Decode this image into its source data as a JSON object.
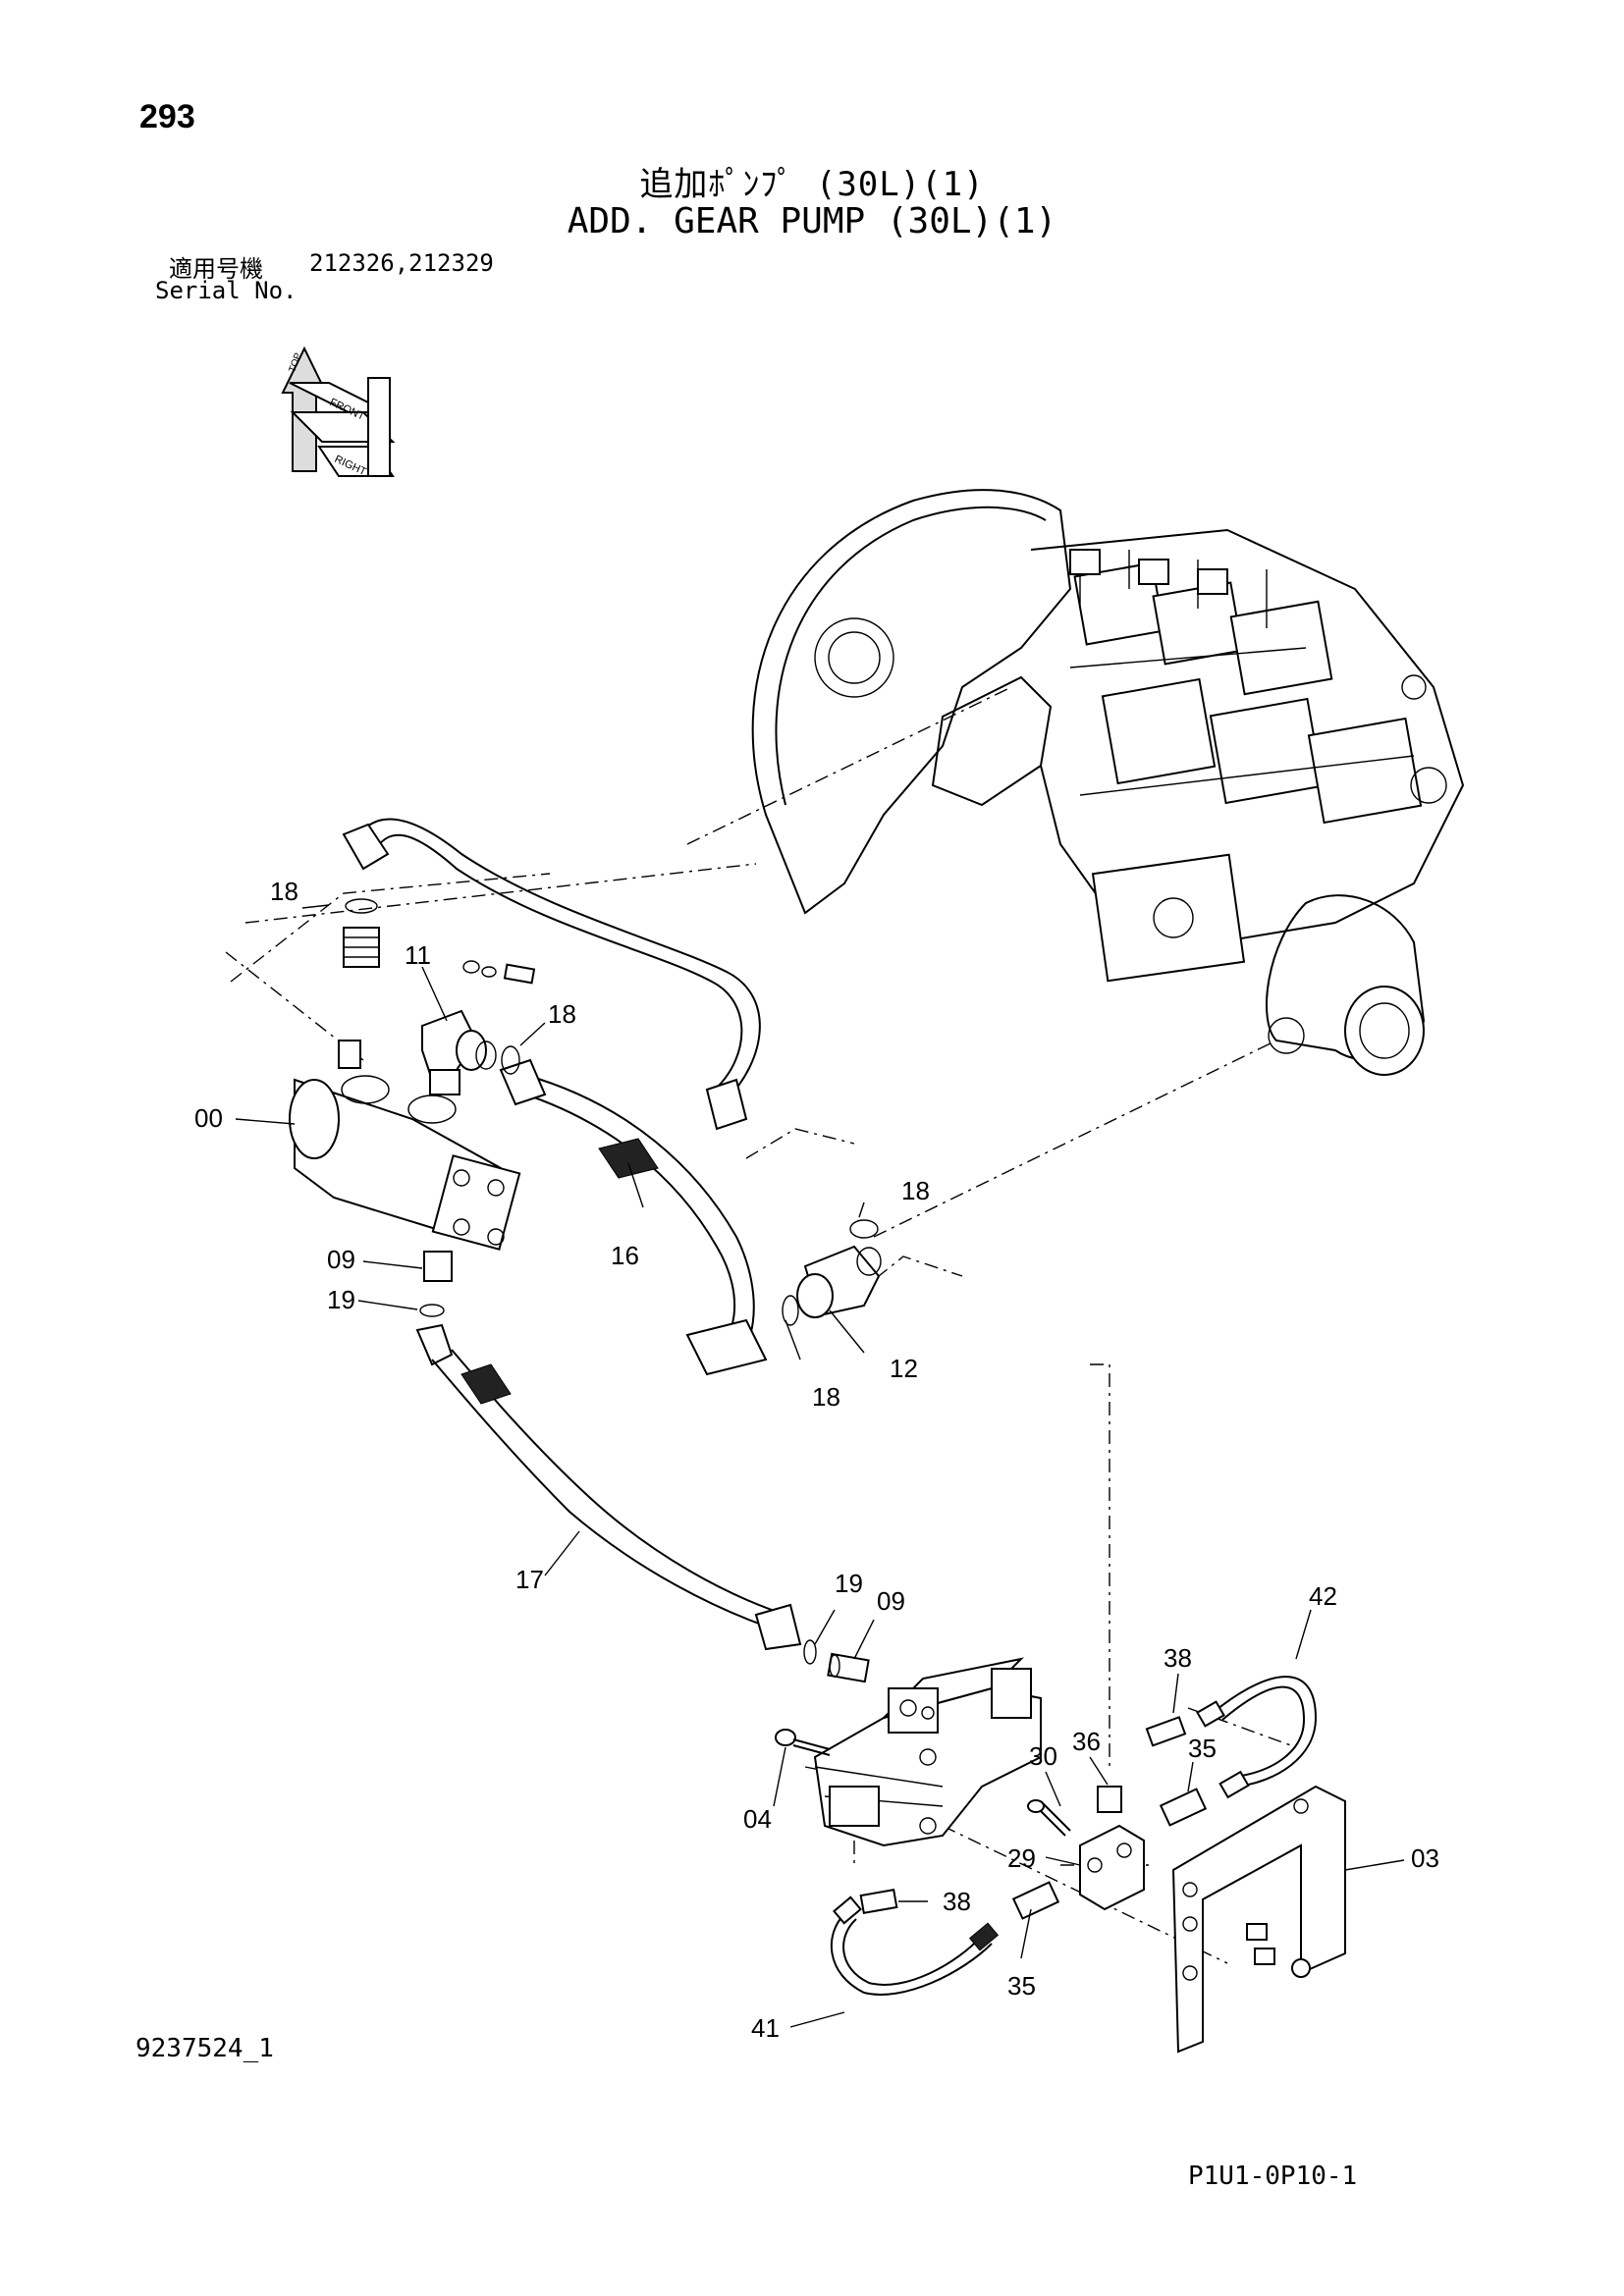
{
  "page": {
    "number": "293",
    "title_jp": "追加ﾎﾟﾝﾌﾟ (30L)(1)",
    "title_en": "ADD. GEAR PUMP (30L)(1)",
    "serial_label_jp": "適用号機",
    "serial_values": "212326,212329",
    "serial_label_en": "Serial No.",
    "drawing_code": "9237524_1",
    "page_code": "P1U1-0P10-1"
  },
  "orientation_icon": {
    "labels": [
      "TOP",
      "FRONT",
      "RIGHT"
    ]
  },
  "callouts": {
    "c18a": "18",
    "c11": "11",
    "c18b": "18",
    "c00": "00",
    "c18c": "18",
    "c16": "16",
    "c09a": "09",
    "c19a": "19",
    "c12": "12",
    "c18d": "18",
    "c17": "17",
    "c19b": "19",
    "c09b": "09",
    "c42": "42",
    "c38a": "38",
    "c36": "36",
    "c30": "30",
    "c35a": "35",
    "c04": "04",
    "c29": "29",
    "c03": "03",
    "c38b": "38",
    "c35b": "35",
    "c41": "41"
  }
}
